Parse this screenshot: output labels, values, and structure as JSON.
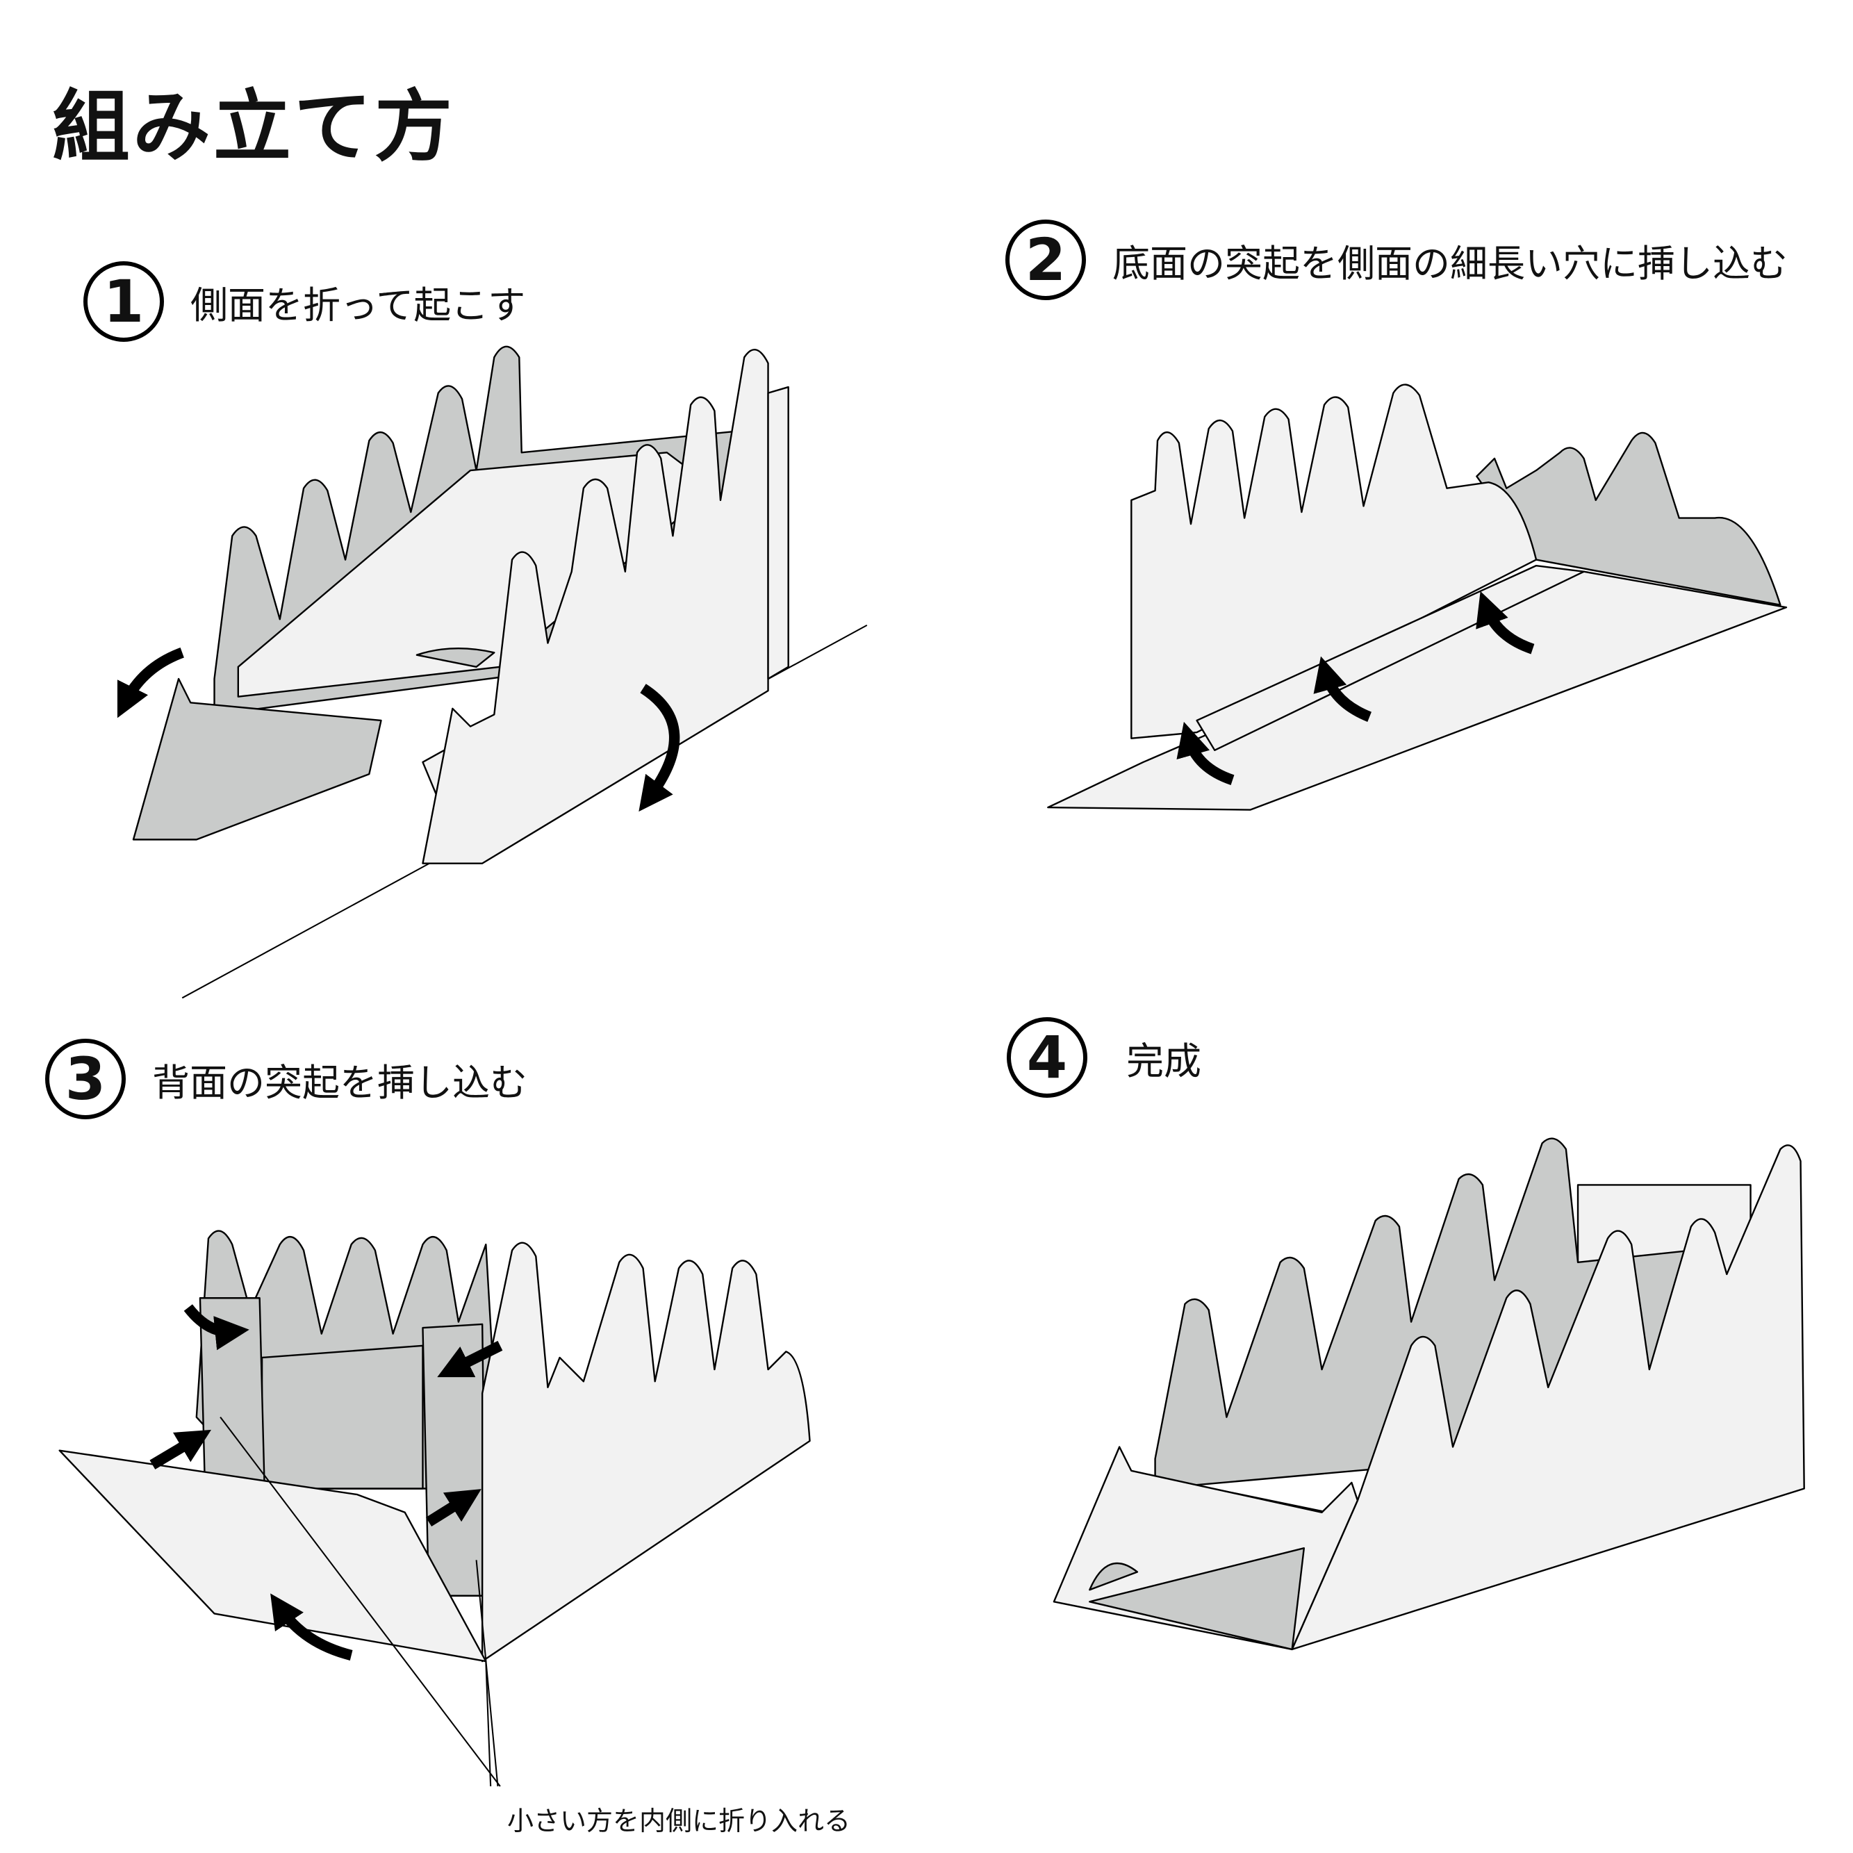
{
  "title": "組み立て方",
  "steps": [
    {
      "number": "1",
      "text": "側面を折って起こす"
    },
    {
      "number": "2",
      "text": "底面の突起を側面の細長い穴に挿し込む"
    },
    {
      "number": "3",
      "text": "背面の突起を挿し込む"
    },
    {
      "number": "4",
      "text": "完成"
    }
  ],
  "note": "小さい方を内側に折り入れる",
  "colors": {
    "panel_gray": "#c9cbca",
    "panel_light": "#f2f2f2",
    "ink": "#000000"
  }
}
